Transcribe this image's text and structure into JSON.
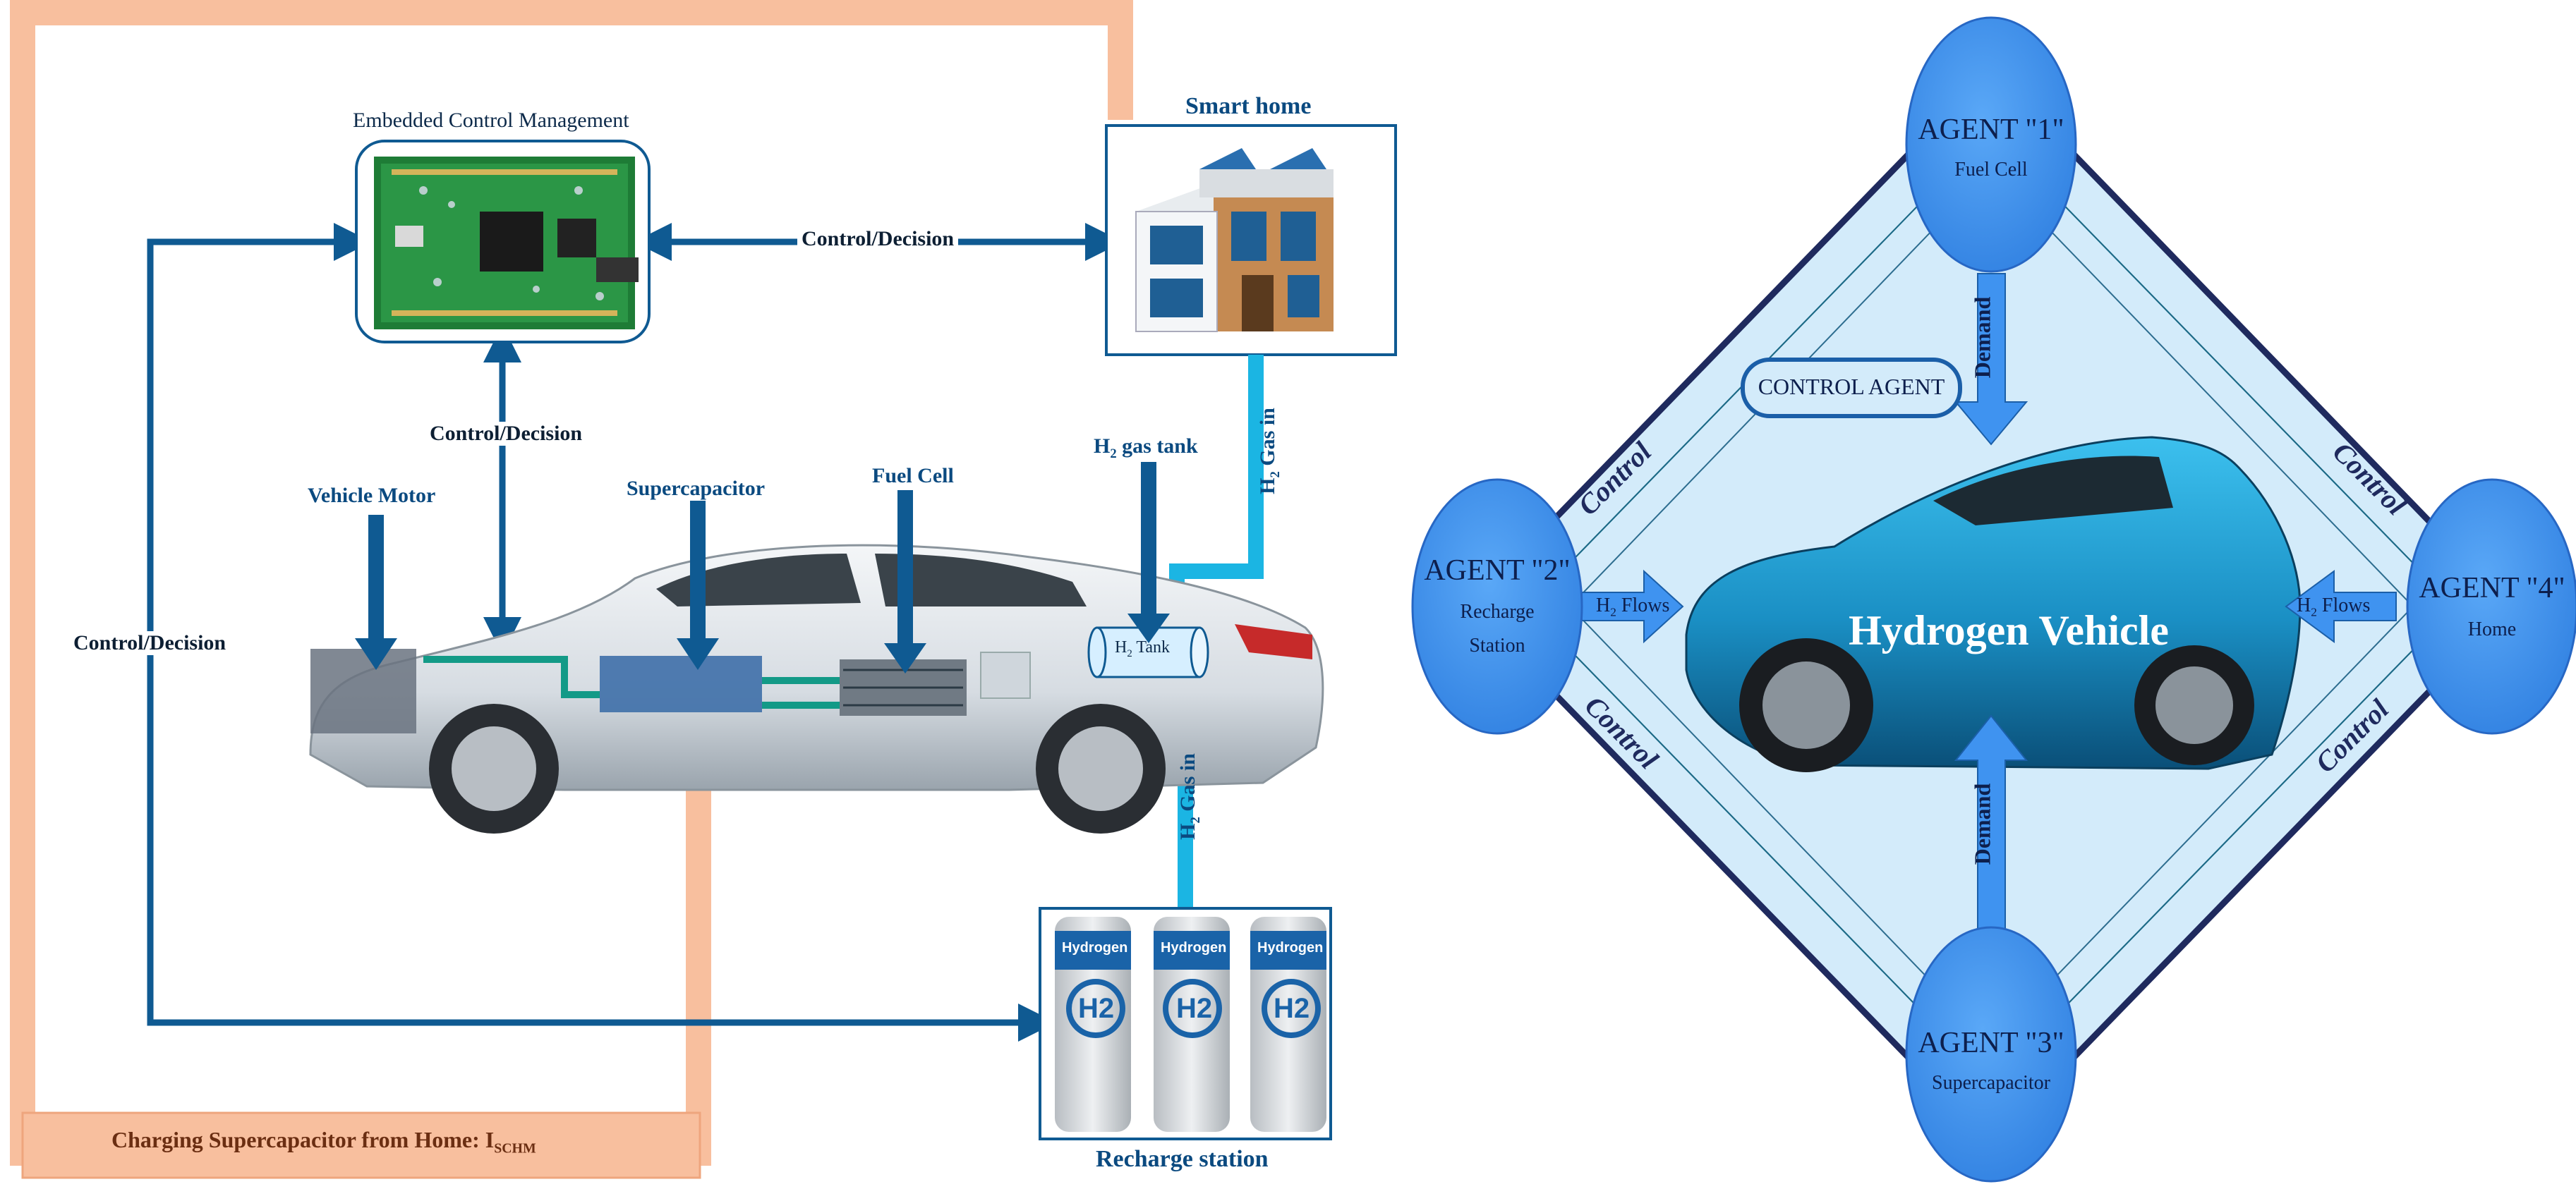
{
  "left": {
    "embedded_title": "Embedded Control Management",
    "smart_home_title": "Smart home",
    "control_decision_top": "Control/Decision",
    "control_decision_mid": "Control/Decision",
    "control_decision_left": "Control/Decision",
    "vehicle_motor": "Vehicle Motor",
    "supercapacitor": "Supercapacitor",
    "fuel_cell": "Fuel Cell",
    "h2_gas_tank_sym": "H",
    "h2_gas_tank_sub": "2",
    "h2_gas_tank_rest": " gas tank",
    "h2_gas_in_top_sym": "H",
    "h2_gas_in_top_sub": "2",
    "h2_gas_in_top_rest": " Gas in",
    "h2_gas_in_bottom_sym": "H",
    "h2_gas_in_bottom_sub": "2",
    "h2_gas_in_bottom_rest": " Gas in",
    "h2_tank_sym": "H",
    "h2_tank_sub": "2",
    "h2_tank_rest": " Tank",
    "recharge_station": "Recharge station",
    "charging_text": "Charging Supercapacitor from Home:  I",
    "charging_sub": "SCHM",
    "hydrogen_pump_label": "Hydrogen",
    "h2_pump_text": "H2"
  },
  "right": {
    "agent1_title": "AGENT \"1\"",
    "agent1_sub": "Fuel Cell",
    "agent2_title": "AGENT \"2\"",
    "agent2_sub_line1": "Recharge",
    "agent2_sub_line2": "Station",
    "agent3_title": "AGENT \"3\"",
    "agent3_sub": "Supercapacitor",
    "agent4_title": "AGENT \"4\"",
    "agent4_sub": "Home",
    "control_agent": "CONTROL AGENT",
    "demand_top": "Demand",
    "demand_bottom": "Demand",
    "h2flows_left_sym": "H",
    "h2flows_left_sub": "2",
    "h2flows_left_rest": " Flows",
    "h2flows_right_sym": "H",
    "h2flows_right_sub": "2",
    "h2flows_right_rest": " Flows",
    "control_tl": "Control",
    "control_tr": "Control",
    "control_bl": "Control",
    "control_br": "Control",
    "hydrogen_vehicle": "Hydrogen Vehicle"
  },
  "colors": {
    "dark_blue_arrow": "#0f5a92",
    "cyan_pipe": "#1bb5e3",
    "salmon_frame": "#f8bf9e",
    "green_wire": "#139a87",
    "diamond_fill": "#d3ebfa",
    "agent_blue": "#3f93f0",
    "navy": "#1f2a5e",
    "car_blue": "#1c94c9"
  }
}
